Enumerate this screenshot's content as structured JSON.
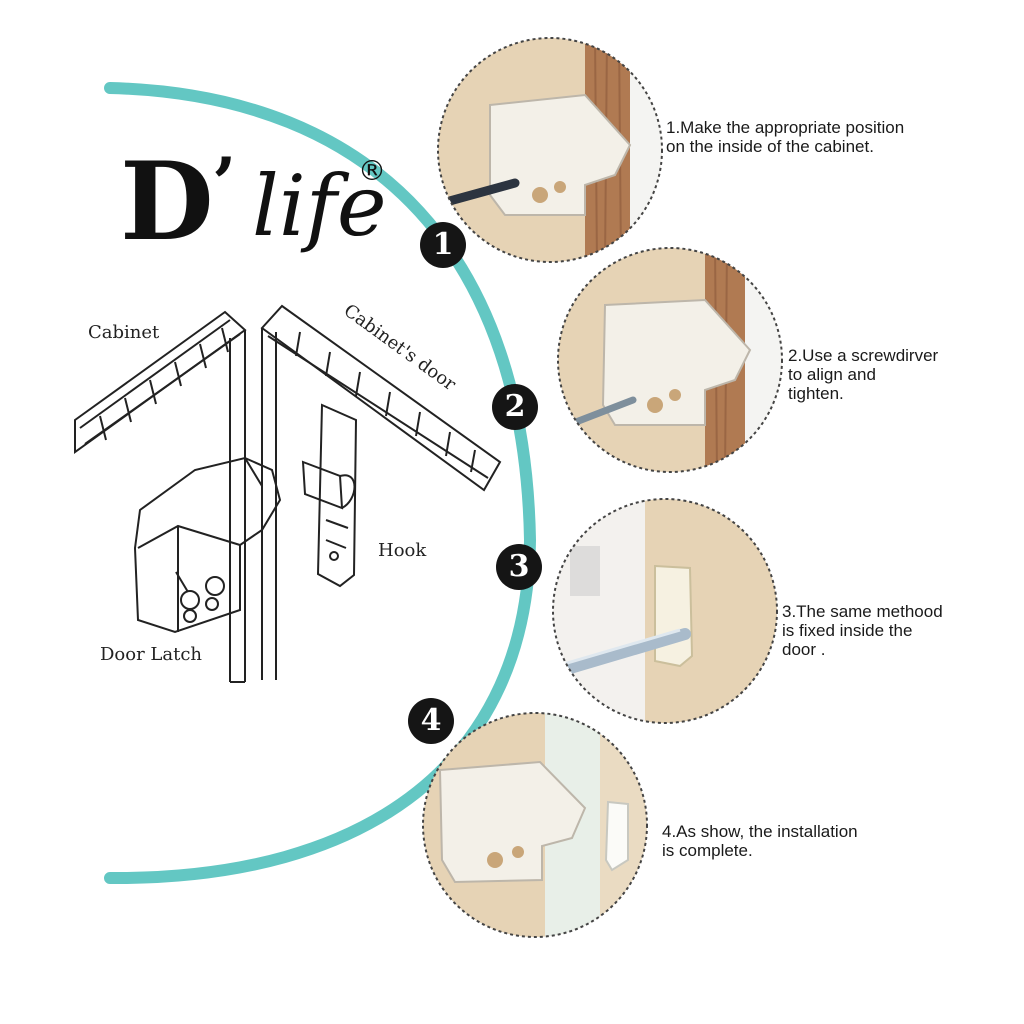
{
  "brand": {
    "letter": "D",
    "apostrophe": "’",
    "word": "life",
    "registered": "®"
  },
  "diagram": {
    "cabinet_label": "Cabinet",
    "cabinet_door_label": "Cabinet's door",
    "hook_label": "Hook",
    "door_latch_label": "Door Latch"
  },
  "steps": [
    {
      "number": "1",
      "text": "1.Make the appropriate position\n on the inside of the cabinet."
    },
    {
      "number": "2",
      "text": "2.Use a screwdirver\n to align and\n tighten."
    },
    {
      "number": "3",
      "text": "3.The same methood\n is fixed inside the\n door ."
    },
    {
      "number": "4",
      "text": "4.As show, the installation\n is complete."
    }
  ],
  "colors": {
    "arc": "#63c7c3",
    "badge": "#151515",
    "wood": "#b07a52",
    "beige": "#e6d3b5",
    "latch": "#f3f0e8"
  }
}
